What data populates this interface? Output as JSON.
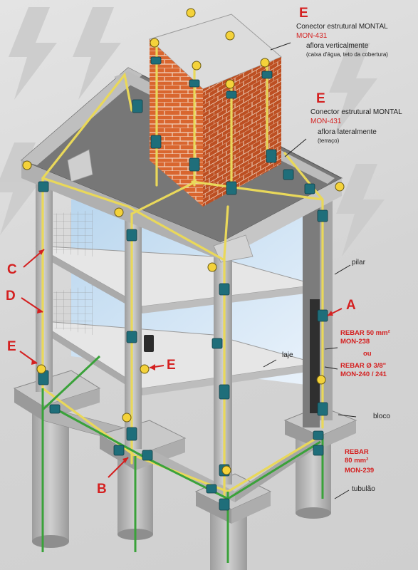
{
  "callouts": {
    "e_top": {
      "letter": "E",
      "title": "Conector estrutural MONTAL",
      "code": "MON-431",
      "subtitle": "aflora verticalmente",
      "note": "(caixa d'água, teto da cobertura)"
    },
    "e_mid": {
      "letter": "E",
      "title": "Conector estrutural MONTAL",
      "code": "MON-431",
      "subtitle": "aflora lateralmente",
      "note": "(terraço)"
    },
    "a": "A",
    "b": "B",
    "c": "C",
    "d": "D",
    "e_left": "E",
    "e_center": "E"
  },
  "labels": {
    "pilar": "pilar",
    "laje": "laje",
    "bloco": "bloco",
    "tubulao": "tubulão"
  },
  "rebar_50": {
    "line1": "REBAR 50 mm²",
    "line2": "MON-238",
    "or": "ou",
    "line3": "REBAR Ø 3/8\"",
    "line4": "MON-240 / 241"
  },
  "rebar_80": {
    "line1": "REBAR",
    "line2": "80 mm²",
    "line3": "MON-239"
  },
  "colors": {
    "callout_red": "#d42020",
    "rebar_yellow": "#e9d85a",
    "ground_green": "#3aa23a",
    "connector_teal": "#1f6e7a",
    "brick": "#d9662f",
    "concrete": "#b4b4b4"
  }
}
